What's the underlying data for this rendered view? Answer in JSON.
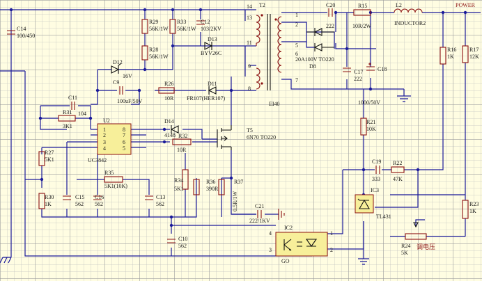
{
  "components": {
    "c14": {
      "ref": "C14",
      "value": "100/450"
    },
    "r29": {
      "ref": "R29",
      "value": "56K/1W"
    },
    "r33": {
      "ref": "R33",
      "value": "56K/1W"
    },
    "c12": {
      "ref": "C12",
      "value": "103/2KV"
    },
    "r28": {
      "ref": "R28",
      "value": "56K/1W"
    },
    "d13": {
      "ref": "D13",
      "value": "BYV26C"
    },
    "d12": {
      "ref": "D12",
      "value": "16V"
    },
    "c9": {
      "ref": "C9",
      "value": "100uF/50V"
    },
    "r26": {
      "ref": "R26",
      "value": "10R"
    },
    "d11": {
      "ref": "D11",
      "value": "FR107(HER107)"
    },
    "c11": {
      "ref": "C11",
      "value": "104"
    },
    "r31": {
      "ref": "R31",
      "value": "3K1"
    },
    "u2": {
      "ref": "U2",
      "part": "UC3842",
      "pins": [
        "1",
        "2",
        "3",
        "4",
        "8",
        "7",
        "6",
        "5"
      ]
    },
    "d14": {
      "ref": "D14",
      "value": "4148"
    },
    "r32": {
      "ref": "R32",
      "value": "10R"
    },
    "t5": {
      "ref": "T5",
      "value": "6N70 TO220"
    },
    "r27": {
      "ref": "R27",
      "value": "5K1"
    },
    "r30": {
      "ref": "R30",
      "value": "1K"
    },
    "c15": {
      "ref": "C15",
      "value": "562"
    },
    "c16": {
      "ref": "C16",
      "value": "562"
    },
    "r35": {
      "ref": "R35",
      "value": "5K1(10K)"
    },
    "c13": {
      "ref": "C13",
      "value": "562"
    },
    "r34": {
      "ref": "R34",
      "value": "5K1"
    },
    "r36": {
      "ref": "R36",
      "value": "390R"
    },
    "r37": {
      "ref": "R37",
      "value": "0.5R/1W"
    },
    "c10": {
      "ref": "C10",
      "value": "562"
    },
    "c21": {
      "ref": "C21",
      "value": "222/1KV"
    },
    "t2": {
      "ref": "T2",
      "core": "EI40",
      "pins": [
        "14",
        "13",
        "11",
        "9",
        "8",
        "1",
        "2",
        "5",
        "6",
        "7"
      ]
    },
    "c20": {
      "ref": "C20",
      "value": "222"
    },
    "r15": {
      "ref": "R15",
      "value": "10R/2W"
    },
    "l2": {
      "ref": "L2",
      "value": "INDUCTOR2"
    },
    "power": {
      "label": "POWER"
    },
    "d8": {
      "ref": "D8",
      "value": "20A100V TO220"
    },
    "c17": {
      "ref": "C17",
      "value": "222"
    },
    "c18": {
      "ref": "C18",
      "value": "1000/50V"
    },
    "r16": {
      "ref": "R16",
      "value": "1K"
    },
    "r17": {
      "ref": "R17",
      "value": "12K"
    },
    "r21": {
      "ref": "R21",
      "value": "10K"
    },
    "c19": {
      "ref": "C19",
      "value": "333"
    },
    "r22": {
      "ref": "R22",
      "value": "47K"
    },
    "ic3": {
      "ref": "IC3",
      "value": "TL431"
    },
    "r23": {
      "ref": "R23",
      "value": "1K"
    },
    "r24": {
      "ref": "R24",
      "value": "5K",
      "note": "调电压"
    },
    "ic2": {
      "ref": "IC2",
      "value": "GO",
      "pins": [
        "4",
        "3",
        "1",
        "2"
      ]
    }
  }
}
